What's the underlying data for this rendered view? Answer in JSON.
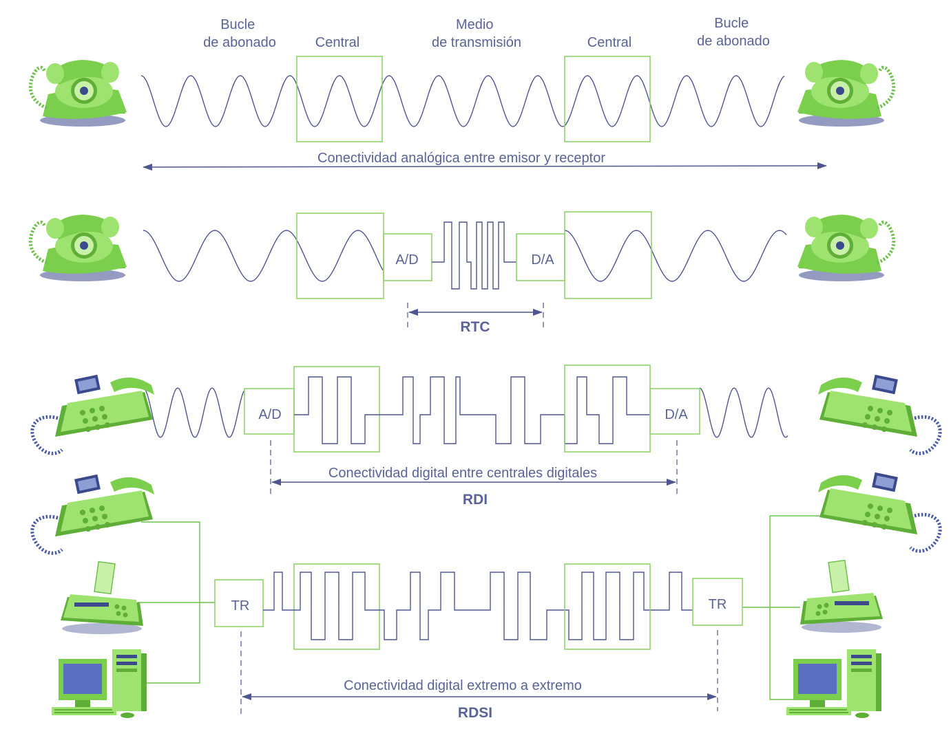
{
  "row1": {
    "loop_left": [
      "Bucle",
      "de abonado"
    ],
    "central_left": "Central",
    "medium": [
      "Medio",
      "de transmisión"
    ],
    "central_right": "Central",
    "loop_right": [
      "Bucle",
      "de abonado"
    ],
    "span_label": "Conectividad analógica entre emisor y receptor"
  },
  "row2": {
    "ad": "A/D",
    "da": "D/A",
    "network": "RTC"
  },
  "row3": {
    "ad": "A/D",
    "da": "D/A",
    "span_label": "Conectividad digital entre centrales digitales",
    "network": "RDI"
  },
  "row4": {
    "tr_left": "TR",
    "tr_right": "TR",
    "span_label": "Conectividad digital extremo a extremo",
    "network": "RDSI"
  },
  "colors": {
    "line": "#4e5590",
    "box": "#8fd36a",
    "device_green": "#9ee26f"
  },
  "icons": [
    "rotary-phone-icon",
    "digital-phone-icon",
    "fax-icon",
    "computer-icon"
  ]
}
